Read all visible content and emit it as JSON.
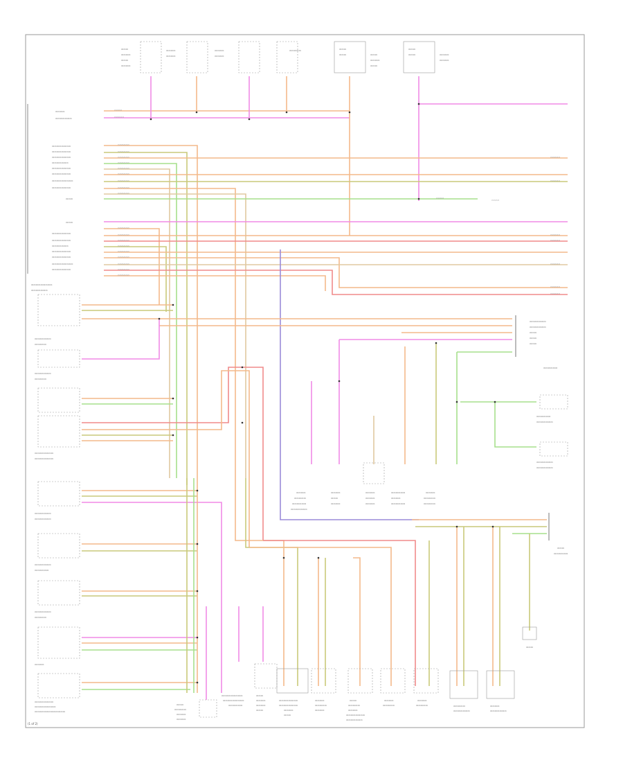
{
  "page_label": "(1 of 2)",
  "top_components": [
    {
      "id": "t1"
    },
    {
      "id": "t2"
    },
    {
      "id": "t3"
    },
    {
      "id": "t4"
    },
    {
      "id": "t5"
    },
    {
      "id": "t6"
    }
  ],
  "left_components": [
    {
      "id": "l1"
    },
    {
      "id": "l2"
    },
    {
      "id": "l3"
    },
    {
      "id": "l4"
    },
    {
      "id": "l5"
    },
    {
      "id": "l6"
    },
    {
      "id": "l7"
    },
    {
      "id": "l8"
    },
    {
      "id": "l9"
    },
    {
      "id": "l10"
    }
  ],
  "right_labels": [
    {
      "id": "r1"
    },
    {
      "id": "r2"
    },
    {
      "id": "r3"
    },
    {
      "id": "r4"
    }
  ],
  "bottom_components": [
    {
      "id": "b1"
    },
    {
      "id": "b2"
    },
    {
      "id": "b3"
    },
    {
      "id": "b4"
    },
    {
      "id": "b5"
    },
    {
      "id": "b6"
    },
    {
      "id": "b7"
    },
    {
      "id": "b8"
    },
    {
      "id": "b9"
    },
    {
      "id": "b10"
    }
  ],
  "wire_colors": {
    "orange": "#f4b98a",
    "pink": "#f08ae6",
    "olive": "#c9c97a",
    "green": "#a6df8c",
    "red": "#f08a8a",
    "purple": "#9a8ad8",
    "tan": "#e0c8a0",
    "gray": "#bbbbbb"
  }
}
